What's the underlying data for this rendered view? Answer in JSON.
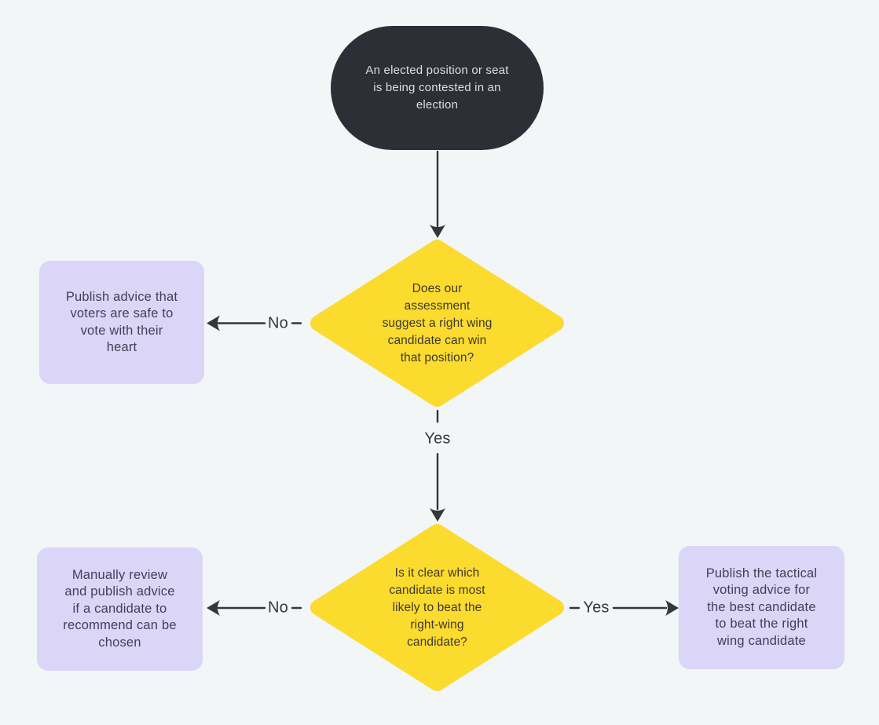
{
  "colors": {
    "canvas_bg": "#f2f6f7",
    "node_dark": "#2c2f35",
    "node_yellow": "#fcdb2f",
    "node_lavender": "#dbd6f8",
    "ink": "#33363c",
    "start_text": "#dcdfe3",
    "decision_text": "#3b392e",
    "outcome_text": "#413f56",
    "label_text": "#36393f"
  },
  "nodes": {
    "start": {
      "text": "An elected position or seat\nis being contested in an\nelection"
    },
    "decision_right_wing_win": {
      "text": "Does our\nassessment\nsuggest a right wing\ncandidate can win\nthat position?"
    },
    "outcome_vote_heart": {
      "text": "Publish advice that\nvoters are safe to\nvote with their\nheart"
    },
    "decision_clear_candidate": {
      "text": "Is it clear which\ncandidate is most\nlikely to beat the\nright-wing\ncandidate?"
    },
    "outcome_manual_review": {
      "text": "Manually review\nand publish advice\nif a candidate to\nrecommend can be\nchosen"
    },
    "outcome_tactical_advice": {
      "text": "Publish the tactical\nvoting advice for\nthe best candidate\nto beat the right\nwing candidate"
    }
  },
  "edge_labels": {
    "decision1_no": "No",
    "decision1_yes": "Yes",
    "decision2_no": "No",
    "decision2_yes": "Yes"
  }
}
